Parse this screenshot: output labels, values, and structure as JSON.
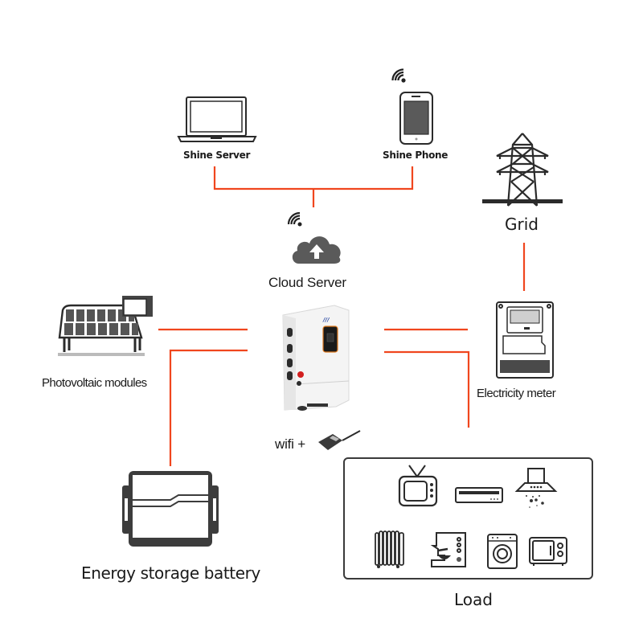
{
  "diagram": {
    "title": "Hybrid solar inverter system connection diagram",
    "nodes": {
      "shine_server": {
        "label": "Shine Server",
        "icon": "laptop-icon"
      },
      "shine_phone": {
        "label": "Shine Phone",
        "icon": "smartphone-icon"
      },
      "cloud_server": {
        "label": "Cloud Server",
        "icon": "cloud-upload-icon"
      },
      "grid": {
        "label": "Grid",
        "icon": "transmission-tower-icon"
      },
      "pv": {
        "label": "Photovoltaic modules",
        "icon": "solar-panel-icon"
      },
      "inverter": {
        "label": "",
        "icon": "hybrid-inverter-icon"
      },
      "wifi": {
        "label": "wifi +",
        "icon": "wifi-dongle-icon"
      },
      "meter": {
        "label": "Electricity meter",
        "icon": "electricity-meter-icon"
      },
      "battery": {
        "label": "Energy storage battery",
        "icon": "battery-icon"
      },
      "load": {
        "label": "Load",
        "appliances": [
          "television",
          "air-conditioner",
          "range-hood",
          "oil-heater",
          "stand-mixer",
          "washing-machine",
          "microwave"
        ]
      }
    },
    "connections": [
      {
        "from": "Shine Server",
        "to": "Cloud Server"
      },
      {
        "from": "Shine Phone",
        "to": "Cloud Server"
      },
      {
        "from": "Grid",
        "to": "Electricity meter"
      },
      {
        "from": "Photovoltaic modules",
        "to": "Inverter"
      },
      {
        "from": "Energy storage battery",
        "to": "Inverter"
      },
      {
        "from": "Inverter",
        "to": "Electricity meter"
      },
      {
        "from": "Inverter",
        "to": "Load"
      }
    ],
    "colors": {
      "wire": "#f0461e",
      "icon": "#2b2b2b",
      "inverter_display_border": "#e07a1f"
    }
  }
}
